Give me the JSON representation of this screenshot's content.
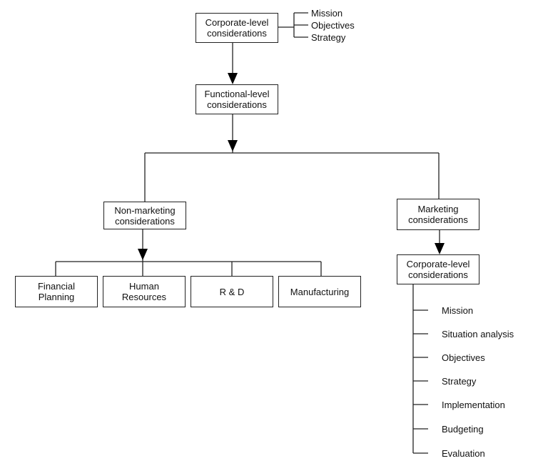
{
  "top": {
    "corporate_box": "Corporate-level\nconsiderations",
    "items": [
      "Mission",
      "Objectives",
      "Strategy"
    ]
  },
  "functional_box": "Functional-level\nconsiderations",
  "non_marketing": {
    "box": "Non-marketing\nconsiderations",
    "children": [
      "Financial\nPlanning",
      "Human\nResources",
      "R & D",
      "Manufacturing"
    ]
  },
  "marketing": {
    "box": "Marketing\nconsiderations",
    "corporate_box": "Corporate-level\nconsiderations",
    "items": [
      "Mission",
      "Situation analysis",
      "Objectives",
      "Strategy",
      "Implementation",
      "Budgeting",
      "Evaluation"
    ]
  }
}
